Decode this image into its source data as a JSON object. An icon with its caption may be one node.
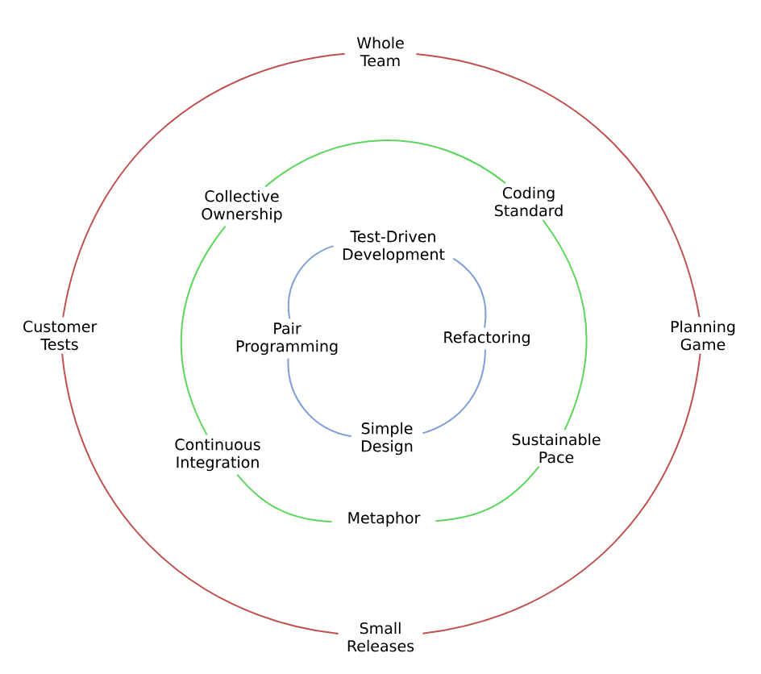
{
  "diagram": {
    "nodes": [
      {
        "text": [
          "Whole Team"
        ]
      },
      {
        "text": [
          "Collective Ownership"
        ]
      },
      {
        "text": [
          "Coding Standard"
        ]
      },
      {
        "text": [
          "Test-Driven Development"
        ]
      },
      {
        "text": [
          "Customer Tests"
        ]
      },
      {
        "text": [
          "Pair Programming"
        ]
      },
      {
        "text": [
          "Refactoring"
        ]
      },
      {
        "text": [
          "Planning Game"
        ]
      },
      {
        "text": [
          "Simple Design"
        ]
      },
      {
        "text": [
          "Continuous Integration"
        ]
      },
      {
        "text": [
          "Sustainable Pace"
        ]
      },
      {
        "text": [
          "Metaphor"
        ]
      },
      {
        "text": [
          "Small Releases"
        ]
      }
    ],
    "edges": [
      {
        "from": 0,
        "to": 7,
        "arrow": "none",
        "color": "#c0504d"
      },
      {
        "from": 7,
        "to": 12,
        "arrow": "none",
        "color": "#c0504d"
      },
      {
        "from": 12,
        "to": 4,
        "arrow": "none",
        "color": "#c0504d"
      },
      {
        "from": 4,
        "to": 0,
        "arrow": "none",
        "color": "#c0504d"
      },
      {
        "from": 1,
        "to": 2,
        "arrow": "none",
        "color": "#5cd65c"
      },
      {
        "from": 2,
        "to": 10,
        "arrow": "none",
        "color": "#5cd65c"
      },
      {
        "from": 10,
        "to": 11,
        "arrow": "none",
        "color": "#5cd65c"
      },
      {
        "from": 11,
        "to": 9,
        "arrow": "none",
        "color": "#5cd65c"
      },
      {
        "from": 9,
        "to": 1,
        "arrow": "none",
        "color": "#5cd65c"
      },
      {
        "from": 3,
        "to": 6,
        "arrow": "none",
        "color": "#7f9fd6"
      },
      {
        "from": 6,
        "to": 8,
        "arrow": "none",
        "color": "#7f9fd6"
      },
      {
        "from": 8,
        "to": 5,
        "arrow": "none",
        "color": "#7f9fd6"
      },
      {
        "from": 5,
        "to": 3,
        "arrow": "none",
        "color": "#7f9fd6"
      }
    ]
  }
}
